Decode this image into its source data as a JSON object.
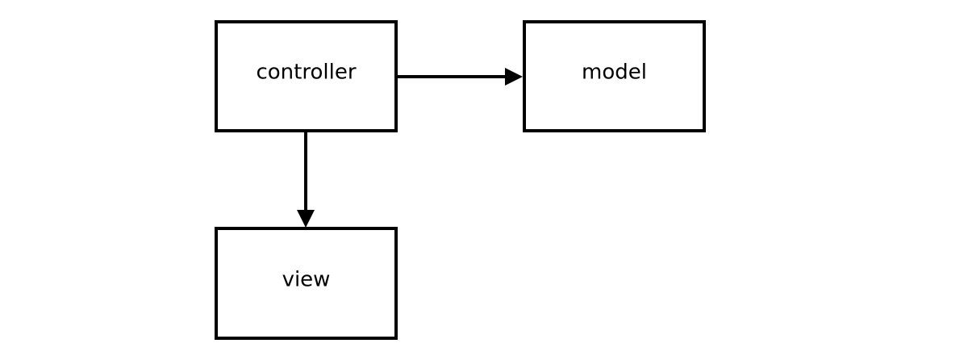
{
  "diagram": {
    "nodes": [
      {
        "id": "controller",
        "label": "controller"
      },
      {
        "id": "model",
        "label": "model"
      },
      {
        "id": "view",
        "label": "view"
      }
    ],
    "edges": [
      {
        "from": "controller",
        "to": "model"
      },
      {
        "from": "controller",
        "to": "view"
      }
    ],
    "colors": {
      "stroke": "#000000",
      "fill": "#ffffff",
      "text": "#000000"
    }
  }
}
